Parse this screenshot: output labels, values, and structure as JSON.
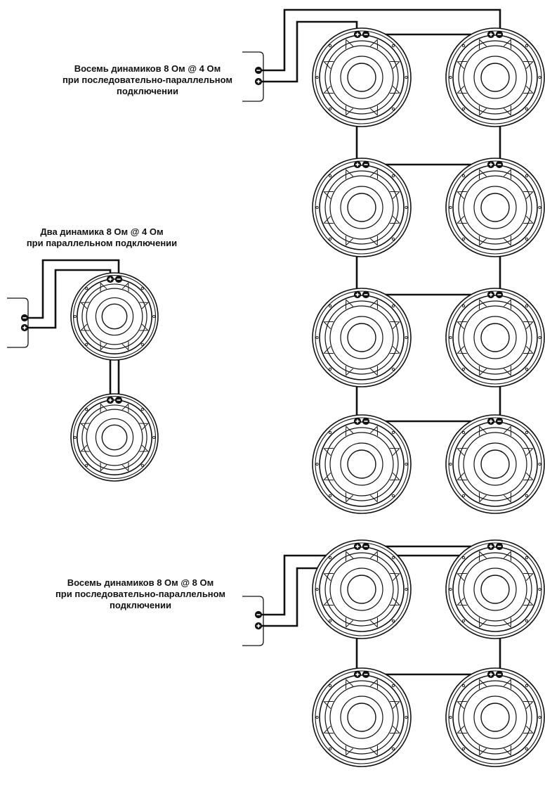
{
  "diagrams": [
    {
      "id": "eight-4ohm",
      "label_lines": [
        "Восемь динамиков 8 Ом @ 4 Ом",
        "при последовательно-параллельном",
        "подключении"
      ]
    },
    {
      "id": "two-4ohm",
      "label_lines": [
        "Два динамика 8 Ом @ 4 Ом",
        "при параллельном подключении"
      ]
    },
    {
      "id": "eight-8ohm",
      "label_lines": [
        "Восемь динамиков 8 Ом @ 8 Ом",
        "при последовательно-параллельном",
        "подключении"
      ]
    }
  ]
}
